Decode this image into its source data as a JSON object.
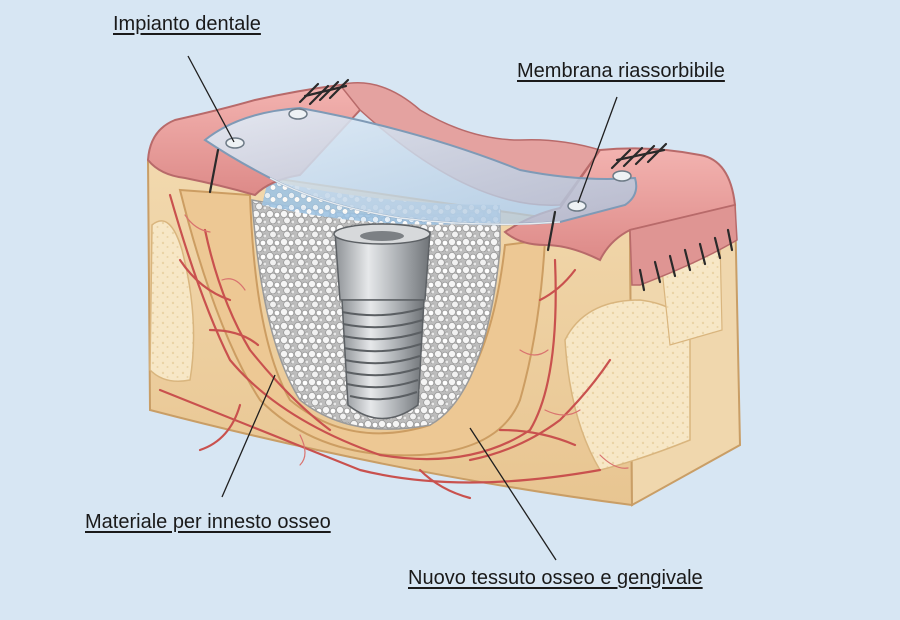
{
  "labels": {
    "implant": "Impianto dentale",
    "membrane": "Membrana riassorbibile",
    "graft": "Materiale per innesto osseo",
    "new_tissue": "Nuovo tessuto osseo e gengivale"
  },
  "colors": {
    "background": "#d7e6f3",
    "gum": "#e79a9a",
    "bone": "#efd3a6",
    "cancellous_bone": "#f6e4c1",
    "vessels": "#c9514e",
    "membrane": "#c5d9ec",
    "implant": "#b9bcbf",
    "graft": "#f4f4f4",
    "sutures": "#2a2a2a"
  }
}
